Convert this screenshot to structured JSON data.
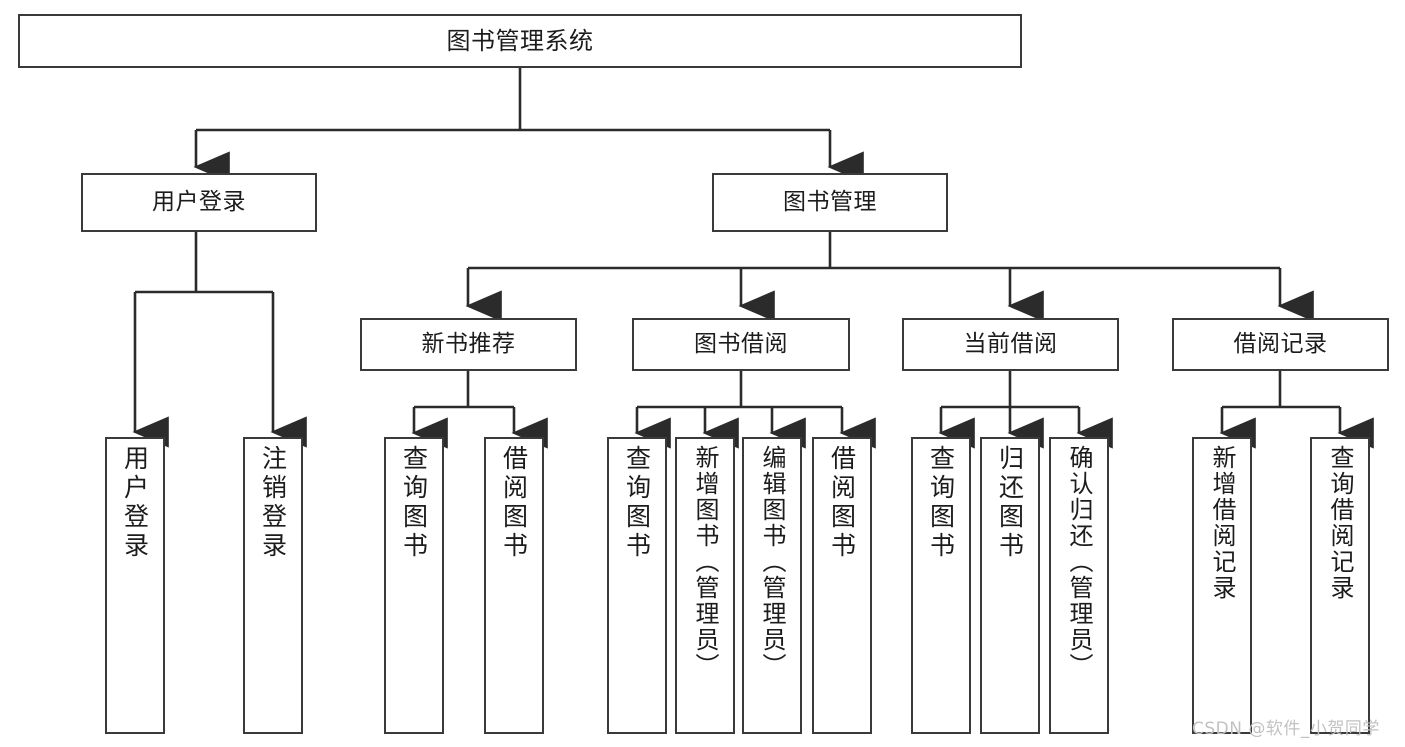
{
  "diagram": {
    "title": "图书管理系统",
    "type": "功能结构图",
    "watermark": "CSDN @软件_小贺同学",
    "colors": {
      "box_border": "#3a3a3a",
      "box_fill": "#ffffff",
      "edge": "#2b2b2b",
      "text": "#1c1c1c",
      "watermark": "#c2c2c2",
      "background": "#ffffff"
    },
    "root": {
      "label": "图书管理系统"
    },
    "level2": [
      {
        "label": "用户登录"
      },
      {
        "label": "图书管理"
      }
    ],
    "level3": [
      {
        "label": "新书推荐"
      },
      {
        "label": "图书借阅"
      },
      {
        "label": "当前借阅"
      },
      {
        "label": "借阅记录"
      }
    ],
    "leaves": {
      "user_login": [
        {
          "label": "用户登录"
        },
        {
          "label": "注销登录"
        }
      ],
      "new_book": [
        {
          "label": "查询图书"
        },
        {
          "label": "借阅图书"
        }
      ],
      "borrow": [
        {
          "label": "查询图书"
        },
        {
          "label": "新增图书（管理员）"
        },
        {
          "label": "编辑图书（管理员）"
        },
        {
          "label": "借阅图书"
        }
      ],
      "current": [
        {
          "label": "查询图书"
        },
        {
          "label": "归还图书"
        },
        {
          "label": "确认归还（管理员）"
        }
      ],
      "records": [
        {
          "label": "新增借阅记录"
        },
        {
          "label": "查询借阅记录"
        }
      ]
    }
  }
}
